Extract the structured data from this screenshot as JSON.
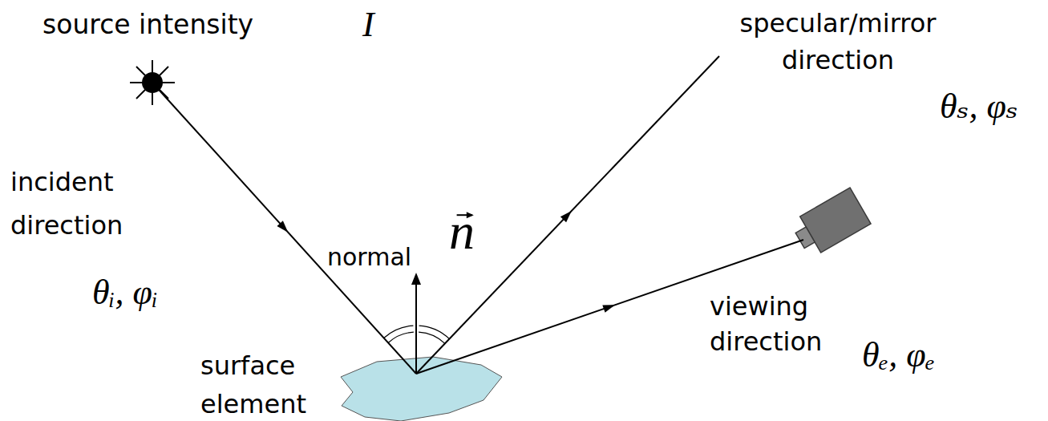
{
  "diagram": {
    "labels": [
      "source intensity",
      "I",
      "specular/mirror direction",
      "θₛ, φₛ",
      "incident direction",
      "θᵢ, φᵢ",
      "normal",
      "n",
      "viewing direction",
      "θₑ, φₑ",
      "surface element"
    ]
  }
}
